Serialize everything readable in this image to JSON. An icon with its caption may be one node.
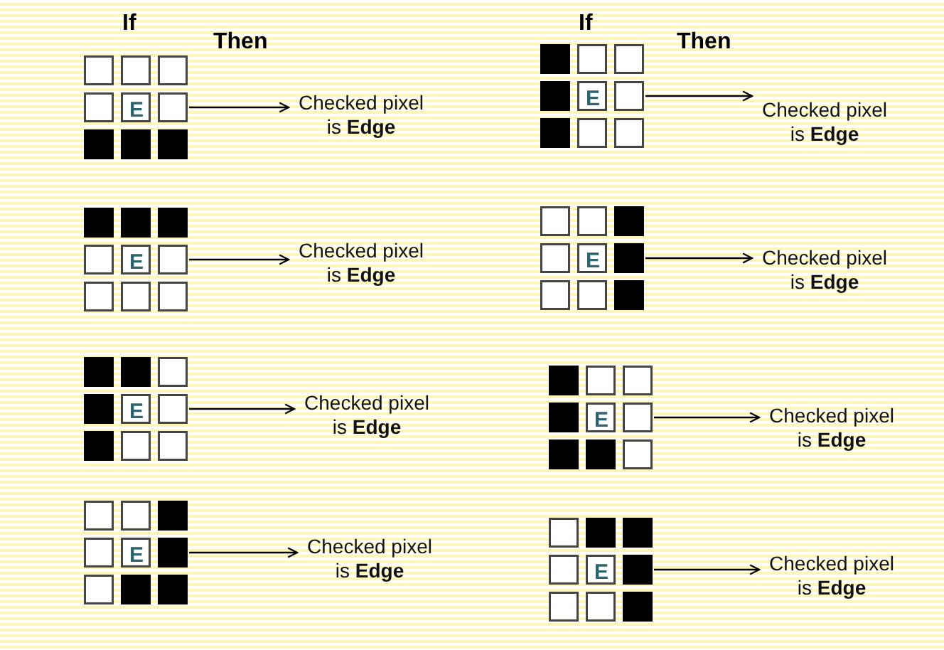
{
  "diagram": {
    "nodes": [
      {
        "text": [
          "E"
        ]
      },
      {
        "text": [
          "Checked pixel is **Edge**"
        ]
      },
      {
        "text": [
          "E"
        ]
      },
      {
        "text": [
          "Checked pixel is **Edge**"
        ]
      },
      {
        "text": [
          "E"
        ]
      },
      {
        "text": [
          "Checked pixel is **Edge**"
        ]
      },
      {
        "text": [
          "E"
        ]
      },
      {
        "text": [
          "Checked pixel is **Edge**"
        ]
      },
      {
        "text": [
          "E"
        ]
      },
      {
        "text": [
          "Checked pixel is **Edge**"
        ]
      },
      {
        "text": [
          "E"
        ]
      },
      {
        "text": [
          "Checked pixel is **Edge**"
        ]
      },
      {
        "text": [
          "E"
        ]
      },
      {
        "text": [
          "Checked pixel is **Edge**"
        ]
      },
      {
        "text": [
          "E"
        ]
      },
      {
        "text": [
          "Checked pixel is **Edge**"
        ]
      }
    ],
    "edges": [
      {
        "from": 0,
        "to": 1,
        "arrow": "to"
      },
      {
        "from": 2,
        "to": 3,
        "arrow": "to"
      },
      {
        "from": 4,
        "to": 5,
        "arrow": "to"
      },
      {
        "from": 6,
        "to": 7,
        "arrow": "to"
      },
      {
        "from": 8,
        "to": 9,
        "arrow": "to"
      },
      {
        "from": 10,
        "to": 11,
        "arrow": "to"
      },
      {
        "from": 12,
        "to": 13,
        "arrow": "to"
      },
      {
        "from": 14,
        "to": 15,
        "arrow": "to"
      }
    ],
    "labels": [
      "If",
      "Then",
      "If",
      "Then"
    ]
  }
}
